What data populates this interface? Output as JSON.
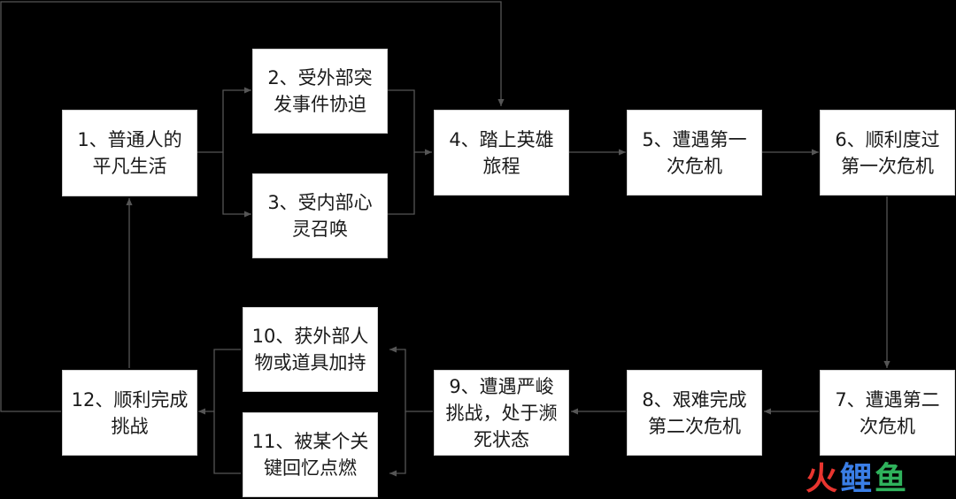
{
  "nodes": [
    {
      "id": "n1",
      "lines": [
        "1、普通人的",
        "平凡生活"
      ]
    },
    {
      "id": "n2",
      "lines": [
        "2、受外部突",
        "发事件协迫"
      ]
    },
    {
      "id": "n3",
      "lines": [
        "3、受内部心",
        "灵召唤"
      ]
    },
    {
      "id": "n4",
      "lines": [
        "4、踏上英雄",
        "旅程"
      ]
    },
    {
      "id": "n5",
      "lines": [
        "5、遭遇第一",
        "次危机"
      ]
    },
    {
      "id": "n6",
      "lines": [
        "6、顺利度过",
        "第一次危机"
      ]
    },
    {
      "id": "n7",
      "lines": [
        "7、遭遇第二",
        "次危机"
      ]
    },
    {
      "id": "n8",
      "lines": [
        "8、艰难完成",
        "第二次危机"
      ]
    },
    {
      "id": "n9",
      "lines": [
        "9、遭遇严峻",
        "挑战，处于濒",
        "死状态"
      ]
    },
    {
      "id": "n10",
      "lines": [
        "10、获外部人",
        "物或道具加持"
      ]
    },
    {
      "id": "n11",
      "lines": [
        "11、被某个关",
        "键回忆点燃"
      ]
    },
    {
      "id": "n12",
      "lines": [
        "12、顺利完成",
        "挑战"
      ]
    }
  ],
  "brand": {
    "c1": "火",
    "c2": "鲤",
    "c3": "鱼"
  },
  "colors": {
    "background": "#000000",
    "box": "#ffffff",
    "connector": "#555555"
  }
}
